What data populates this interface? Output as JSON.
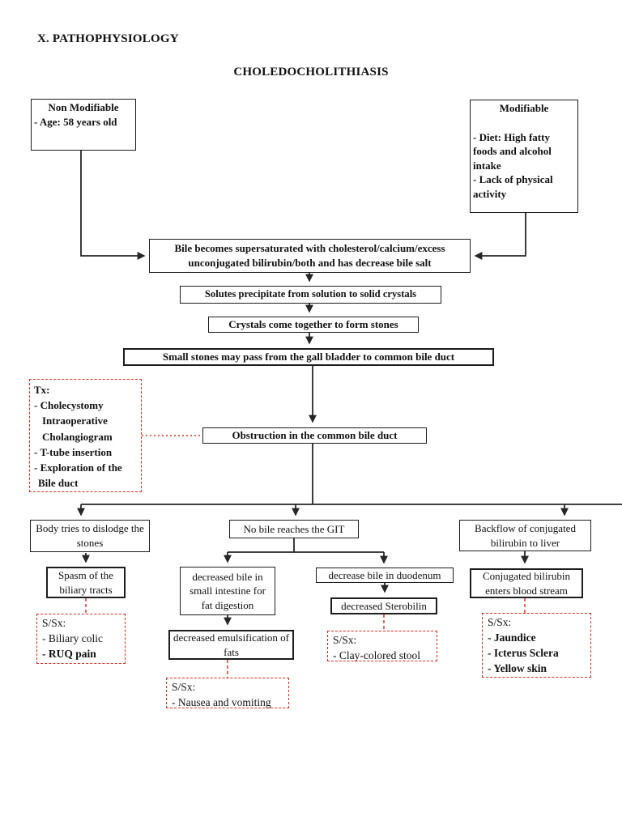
{
  "page": {
    "section_heading": "X. PATHOPHYSIOLOGY",
    "title": "CHOLEDOCHOLITHIASIS"
  },
  "colors": {
    "accent_red": "#e5261d",
    "line_black": "#262626"
  },
  "risk_factors": {
    "non_modifiable": {
      "title": "Non Modifiable",
      "items": [
        "- Age: 58 years old"
      ]
    },
    "modifiable": {
      "title": "Modifiable",
      "items": [
        "- Diet: High fatty foods and alcohol intake",
        "- Lack of physical activity"
      ]
    }
  },
  "pathway": {
    "supersaturation": "Bile becomes supersaturated with cholesterol/calcium/excess unconjugated bilirubin/both and has decrease bile salt",
    "precipitation": "Solutes precipitate from solution to solid crystals",
    "stone_formation": "Crystals come together to form stones",
    "stone_passage": "Small stones may pass from the gall bladder to common bile duct",
    "obstruction": "Obstruction in the common bile duct"
  },
  "treatment": {
    "label": "Tx:",
    "lines": [
      "- Cholecystomy",
      "Intraoperative",
      "Cholangiogram",
      "- T-tube insertion",
      "- Exploration of the",
      "Bile duct"
    ]
  },
  "branches": {
    "dislodge": {
      "cause": "Body tries to dislodge the stones",
      "effect": "Spasm of the biliary tracts",
      "ssx": {
        "label": "S/Sx:",
        "items": [
          "- Biliary colic",
          "- RUQ pain"
        ]
      }
    },
    "no_bile_git": {
      "cause": "No bile reaches the GIT",
      "fat_digestion": {
        "step1": "decreased bile in small intestine for fat digestion",
        "step2": "decreased emulsification of fats",
        "ssx": {
          "label": "S/Sx:",
          "items": [
            "- Nausea and vomiting"
          ]
        }
      },
      "duodenum": {
        "step1": "decrease bile in duodenum",
        "step2": "decreased Sterobilin",
        "ssx": {
          "label": "S/Sx:",
          "items": [
            "- Clay-colored stool"
          ]
        }
      }
    },
    "backflow": {
      "cause": "Backflow of conjugated bilirubin to liver",
      "effect": "Conjugated bilirubin enters blood stream",
      "ssx": {
        "label": "S/Sx:",
        "items": [
          "- Jaundice",
          "- Icterus Sclera",
          "- Yellow skin"
        ]
      }
    }
  }
}
